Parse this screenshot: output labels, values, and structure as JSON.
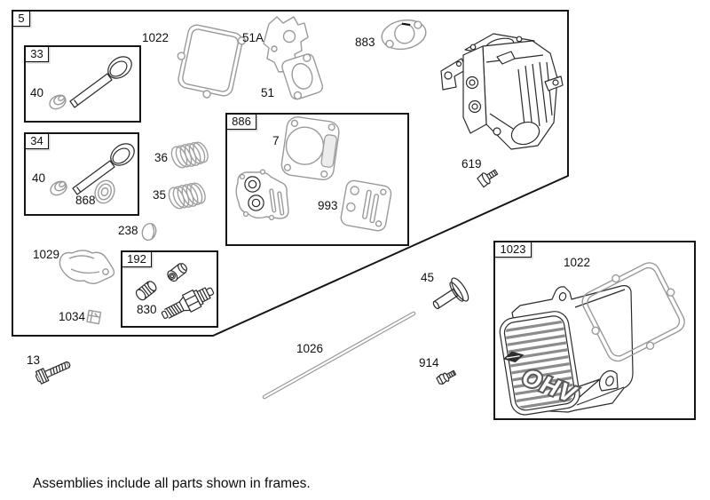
{
  "caption": "Assemblies include all parts shown in frames.",
  "frames": {
    "f5": "5",
    "f33": "33",
    "f34": "34",
    "f886": "886",
    "f192": "192",
    "f1023": "1023"
  },
  "labels": {
    "l1022_top": "1022",
    "l51a": "51A",
    "l883": "883",
    "l51": "51",
    "l7": "7",
    "l993": "993",
    "l619": "619",
    "l36": "36",
    "l35": "35",
    "l238": "238",
    "l40_f33": "40",
    "l40_f34": "40",
    "l868": "868",
    "l1029": "1029",
    "l830": "830",
    "l1034": "1034",
    "l13": "13",
    "l1026": "1026",
    "l45": "45",
    "l914": "914",
    "l1022_cover": "1022"
  },
  "cover": {
    "logo": "OHV"
  },
  "colors": {
    "line": "#2b2b2b",
    "soft_part_line": "#9a9a9a",
    "background": "#ffffff"
  }
}
